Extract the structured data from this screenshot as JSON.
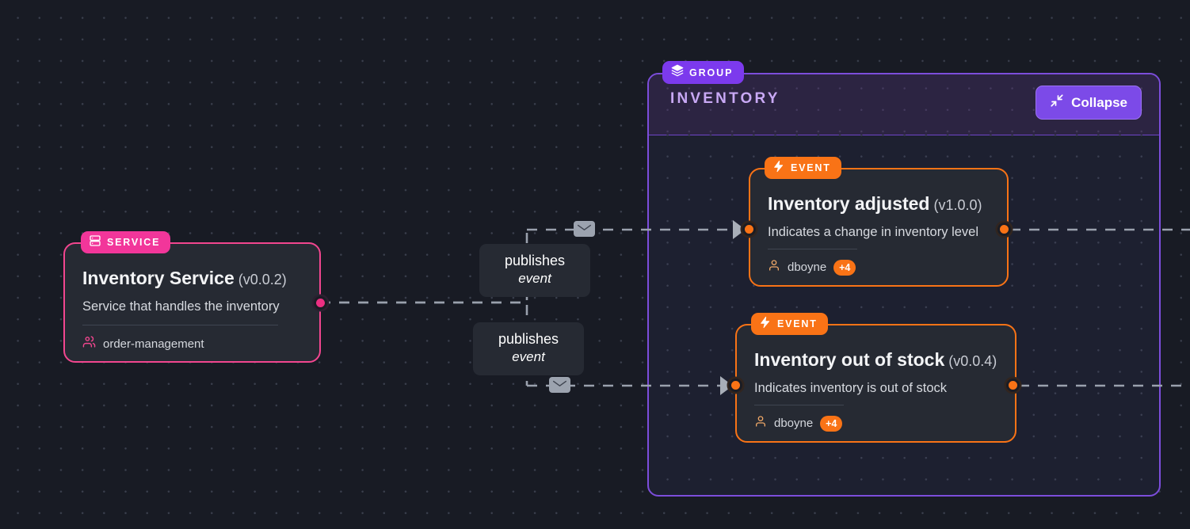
{
  "canvas": {
    "background_color": "#181b24",
    "grid": "dot-grid"
  },
  "group": {
    "badge_label": "GROUP",
    "badge_icon": "layers-icon",
    "badge_color": "#7c3aed",
    "title": "INVENTORY",
    "title_color": "#c9a9f5",
    "border_color": "#7c4ddb",
    "collapse_button": {
      "label": "Collapse",
      "icon": "collapse-arrows-icon",
      "color": "#7c4ae8"
    }
  },
  "nodes": [
    {
      "id": "inventory-service",
      "kind": "service",
      "badge_label": "SERVICE",
      "badge_icon": "server-stack-icon",
      "accent_color": "#f2468f",
      "title": "Inventory Service",
      "version": "(v0.0.2)",
      "description": "Service that handles the inventory",
      "meta_icon": "users-icon",
      "meta_label": "order-management"
    },
    {
      "id": "inventory-adjusted",
      "kind": "event",
      "badge_label": "EVENT",
      "badge_icon": "lightning-bolt-icon",
      "accent_color": "#f97316",
      "title": "Inventory adjusted",
      "version": "(v1.0.0)",
      "description": "Indicates a change in inventory level",
      "meta_icon": "user-icon",
      "meta_label": "dboyne",
      "meta_count": "+4"
    },
    {
      "id": "inventory-out-of-stock",
      "kind": "event",
      "badge_label": "EVENT",
      "badge_icon": "lightning-bolt-icon",
      "accent_color": "#f97316",
      "title": "Inventory out of stock",
      "version": "(v0.0.4)",
      "description": "Indicates inventory is out of stock",
      "meta_icon": "user-icon",
      "meta_label": "dboyne",
      "meta_count": "+4"
    }
  ],
  "edges": [
    {
      "id": "edge-publishes-adjusted",
      "label_line1": "publishes",
      "label_line2": "event",
      "marker_icon": "envelope-icon"
    },
    {
      "id": "edge-publishes-out-of-stock",
      "label_line1": "publishes",
      "label_line2": "event",
      "marker_icon": "envelope-icon"
    }
  ]
}
